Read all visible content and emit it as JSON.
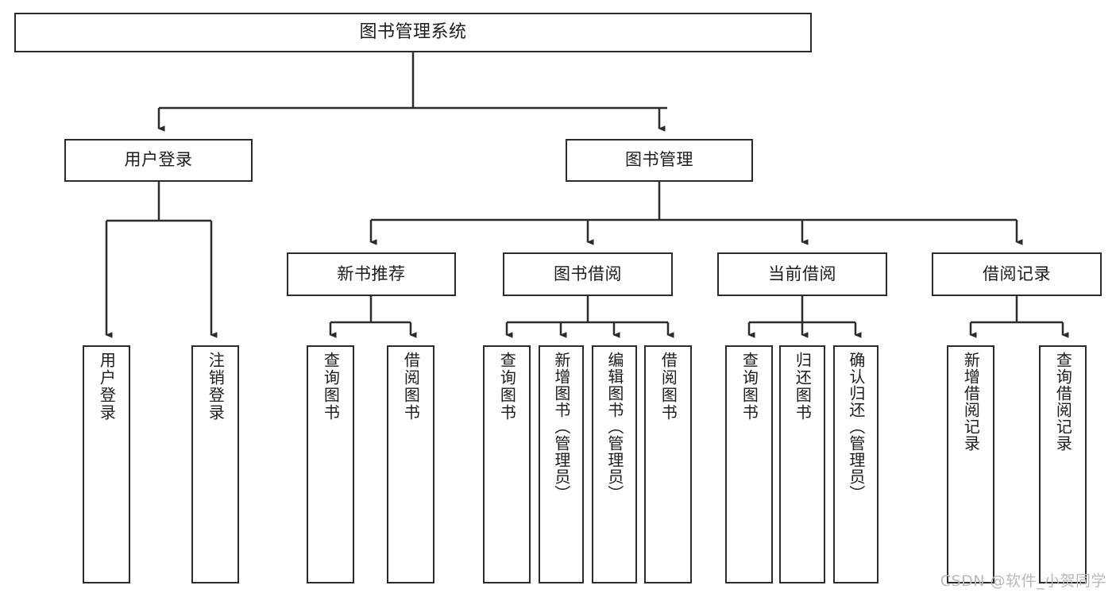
{
  "diagram": {
    "title": "图书管理系统",
    "type": "tree-hierarchy-flowchart",
    "colors": {
      "stroke": "#2b2b2b",
      "fill": "#ffffff",
      "text": "#1c1c1c",
      "watermark": "#b9b9b9"
    },
    "nodes": {
      "root": {
        "label": "图书管理系统"
      },
      "level2": [
        {
          "id": "user-login",
          "label": "用户登录"
        },
        {
          "id": "book-manage",
          "label": "图书管理"
        }
      ],
      "level3": [
        {
          "id": "new-book-recommend",
          "label": "新书推荐"
        },
        {
          "id": "book-borrow",
          "label": "图书借阅"
        },
        {
          "id": "current-borrow",
          "label": "当前借阅"
        },
        {
          "id": "borrow-record",
          "label": "借阅记录"
        }
      ],
      "leaves": [
        {
          "id": "leaf-user-login",
          "label": "用户登录",
          "parent": "user-login"
        },
        {
          "id": "leaf-logout-login",
          "label": "注销登录",
          "parent": "user-login"
        },
        {
          "id": "leaf-query-book-1",
          "label": "查询图书",
          "parent": "new-book-recommend"
        },
        {
          "id": "leaf-borrow-book-1",
          "label": "借阅图书",
          "parent": "new-book-recommend"
        },
        {
          "id": "leaf-query-book-2",
          "label": "查询图书",
          "parent": "book-borrow"
        },
        {
          "id": "leaf-add-book",
          "label": "新增图书（管理员）",
          "parent": "book-borrow"
        },
        {
          "id": "leaf-edit-book",
          "label": "编辑图书（管理员）",
          "parent": "book-borrow"
        },
        {
          "id": "leaf-borrow-book-2",
          "label": "借阅图书",
          "parent": "book-borrow"
        },
        {
          "id": "leaf-query-book-3",
          "label": "查询图书",
          "parent": "current-borrow"
        },
        {
          "id": "leaf-return-book",
          "label": "归还图书",
          "parent": "current-borrow"
        },
        {
          "id": "leaf-confirm-return",
          "label": "确认归还（管理员）",
          "parent": "current-borrow"
        },
        {
          "id": "leaf-add-record",
          "label": "新增借阅记录",
          "parent": "borrow-record"
        },
        {
          "id": "leaf-query-record",
          "label": "查询借阅记录",
          "parent": "borrow-record"
        }
      ]
    },
    "watermark": "CSDN @软件_小贺同学"
  }
}
